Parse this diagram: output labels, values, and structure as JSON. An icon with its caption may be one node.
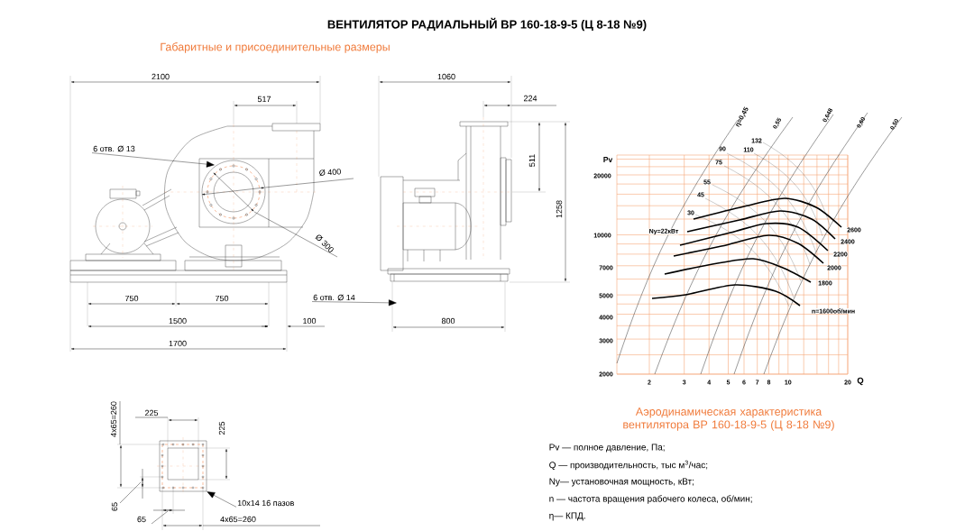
{
  "diagram": {
    "title": "ВЕНТИЛЯТОР РАДИАЛЬНЫЙ ВР 160-18-9-5 (Ц 8-18 №9)",
    "nodes": [
      {
        "text": [
          "6 отв. Ø 13"
        ]
      },
      {
        "text": [
          "6 отв. Ø 14"
        ]
      },
      {
        "text": [
          "10x14 16 пазов"
        ]
      },
      {
        "text": [],
        "shape": "picture"
      }
    ],
    "edges": [
      {
        "from": 0,
        "to": null,
        "arrow": "to"
      },
      {
        "from": 1,
        "to": null,
        "arrow": "to"
      },
      {
        "from": 2,
        "to": 3,
        "arrow": "to"
      }
    ],
    "labels": [
      "Габаритные и присоединительные размеры",
      "2100",
      "1060",
      "517",
      "224",
      "511",
      "Ø 400",
      "Ø 300",
      "1258",
      "750",
      "750",
      "1500",
      "100",
      "800",
      "1700",
      "η=0,45",
      "0,55",
      "0,648",
      "0,60",
      "0,50",
      "132",
      "90",
      "110",
      "75",
      "Pv",
      "20000",
      "55",
      "45",
      "30",
      "10000",
      "Ny=22кВт",
      "2600",
      "2400",
      "2200",
      "7000",
      "2000",
      "1800",
      "5000",
      "n=1600об/мин",
      "4000",
      "3000",
      "2000",
      "2",
      "3",
      "4",
      "5",
      "6",
      "7",
      "8",
      "10",
      "20",
      "Q",
      "Аэродинамическая характеристика вентилятора  ВР 160-18-9-5 (Ц 8-18 №9)",
      "Pv — полное давление, Па;",
      "Q  — производительность, тыс м$^{3}$/час;",
      "Ny— установочная мощность, кВт;",
      "n — частота вращения рабочего колеса,  об/мин;",
      "η— КПД.",
      "4x65=260",
      "225",
      "225",
      "65",
      "65",
      "4x65=260"
    ]
  }
}
